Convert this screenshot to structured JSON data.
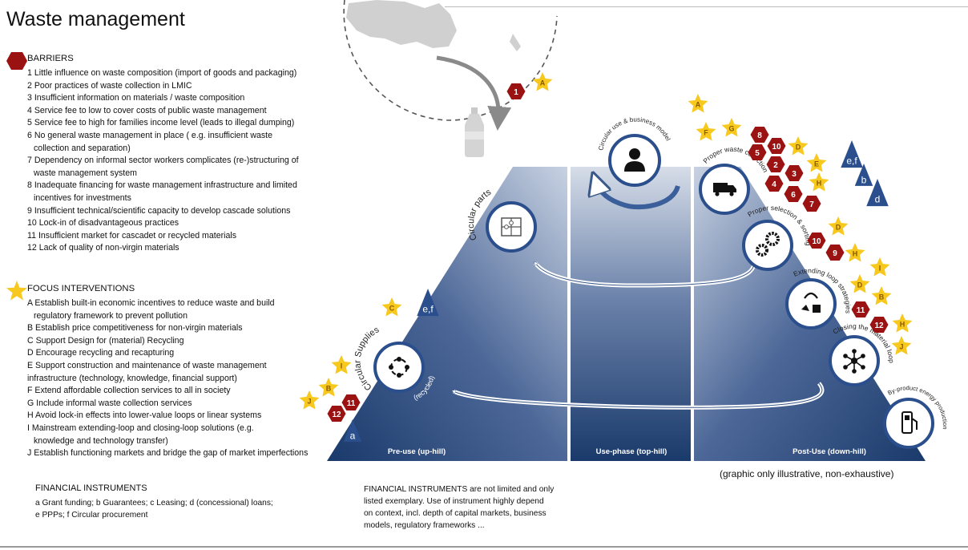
{
  "title": "Waste management",
  "barriers": {
    "header": "BARRIERS",
    "items": [
      "1 Little influence on waste composition (import of goods and packaging)",
      "2 Poor practices of waste collection in LMIC",
      "3 Insufficient information on materials / waste composition",
      "4 Service fee to low to cover costs of public waste management",
      "5 Service fee to high for families income level (leads to illegal dumping)",
      "6 No general waste management in place ( e.g. insufficient waste",
      "collection and separation)",
      "7 Dependency on informal sector workers complicates (re-)structuring of",
      "waste management system",
      "8 Inadequate financing for waste management infrastructure and limited",
      "incentives for investments",
      "9 Insufficient technical/scientific capacity to develop cascade solutions",
      "10 Lock-in of disadvantageous practices",
      "11 Insufficient market for cascadet or recycled materials",
      "12 Lack of quality of non-virgin materials"
    ]
  },
  "focus": {
    "header": "FOCUS INTERVENTIONS",
    "items": [
      "A Establish built-in economic incentives to reduce waste and build",
      "regulatory framework to prevent pollution",
      "B Establish price competitiveness for non-virgin materials",
      "C Support Design for (material) Recycling",
      "D Encourage recycling and recapturing",
      "E Support construction and maintenance of waste management",
      "infrastructure (technology, knowledge, financial support)",
      "F Extend affordable collection services to all in society",
      "G Include informal waste collection services",
      "H Avoid lock-in effects into lower-value loops or linear systems",
      "I Mainstream extending-loop and closing-loop solutions (e.g.",
      "knowledge and technology transfer)",
      "J Establish functioning markets and bridge the gap of market imperfections"
    ]
  },
  "financial": {
    "title": "FINANCIAL INSTRUMENTS",
    "lines": [
      "a Grant funding; b Guarantees; c Leasing; d (concessional) loans;",
      "e PPPs; f Circular procurement"
    ],
    "note_lines": [
      "FINANCIAL INSTRUMENTS are not limited and only",
      "listed exemplary. Use of instrument highly depend",
      "on context, incl. depth of capital markets, business",
      "models, regulatory frameworks ..."
    ]
  },
  "illustrative_note": "(graphic only illustrative, non-exhaustive)",
  "diagram": {
    "phases": [
      "Pre-use (up-hill)",
      "Use-phase (top-hill)",
      "Post-Use (down-hill)"
    ],
    "labels": {
      "circular_supplies": "Circular Supplies",
      "recycled": "(recycled)",
      "circular_parts": "Circular parts",
      "circular_use": "Circular use & business models",
      "proper_collection": "Proper waste collection",
      "proper_selection": "Proper selection & sorting",
      "extending_loop": "Extending loop strategies",
      "closing_loop": "Closing the material loop",
      "byproduct": "By-product energy production"
    },
    "colors": {
      "hill_top": "#d6dde8",
      "hill_bottom": "#1a3a6b",
      "barrier_hex": "#9b1212",
      "star": "#f7c81e",
      "triangle": "#2b4f8c"
    }
  }
}
